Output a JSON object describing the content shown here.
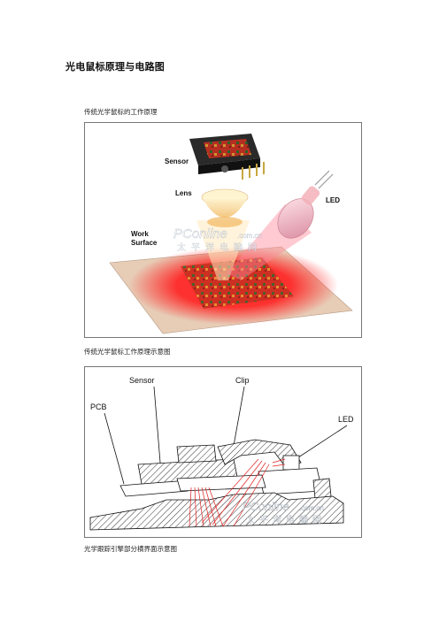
{
  "page": {
    "title": "光电鼠标原理与电路图"
  },
  "section1": {
    "heading": "传统光学鼠标的工作原理"
  },
  "figure1": {
    "caption": "传统光学鼠标工作原理示意图",
    "labels": {
      "sensor": "Sensor",
      "lens": "Lens",
      "led": "LED",
      "work1": "Work",
      "work2": "Surface"
    },
    "watermark": {
      "brand": "PConline",
      "domain": ".com.cn",
      "cn": "太平洋电脑网"
    },
    "colors": {
      "glow": "#ff2020",
      "surface": "#e6c9b2",
      "chip": "#2a2a2a"
    }
  },
  "figure2": {
    "caption": "光学跟踪引擎部分横界面示意图",
    "labels": {
      "sensor": "Sensor",
      "clip": "Clip",
      "pcb": "PCB",
      "led": "LED"
    },
    "watermark": {
      "brand": "PConline",
      "domain": ".com.cn",
      "cn": "太平洋电脑网"
    },
    "colors": {
      "ray": "#e02020",
      "hatch": "#333333"
    }
  }
}
